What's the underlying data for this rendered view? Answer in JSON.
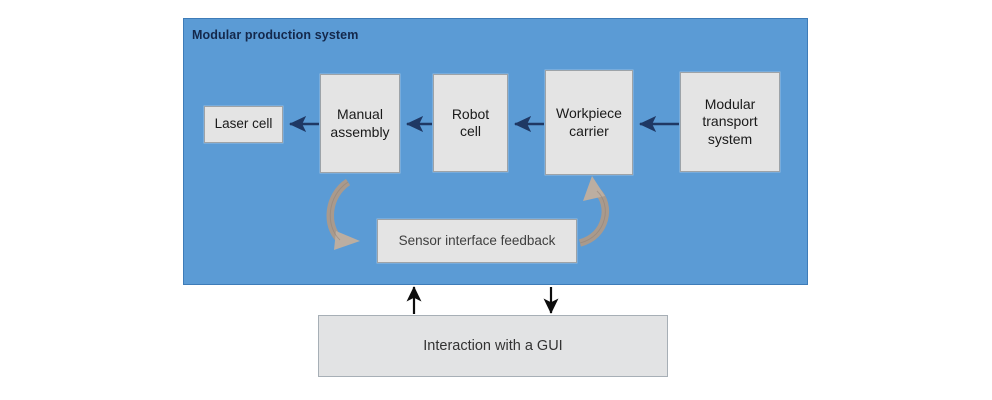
{
  "diagram": {
    "title": "Modular production system",
    "panel_color": "#5B9BD5",
    "box_fill": "#E4E4E4",
    "arrow_color": "#1F3864",
    "feedback_arrow_color": "#A49282",
    "nodes": {
      "laser_cell": "Laser cell",
      "manual_assembly": "Manual\nassembly",
      "manual_assembly_line1": "Manual",
      "manual_assembly_line2": "assembly",
      "robot_cell_line1": "Robot",
      "robot_cell_line2": "cell",
      "workpiece_carrier_line1": "Workpiece",
      "workpiece_carrier_line2": "carrier",
      "modular_transport_line1": "Modular",
      "modular_transport_line2": "transport",
      "modular_transport_line3": "system",
      "sensor_interface_feedback": "Sensor interface feedback",
      "interaction_with_gui": "Interaction with a GUI"
    },
    "flow_arrows": [
      {
        "name": "transport-to-workpiece",
        "from": "Modular transport system",
        "to": "Workpiece carrier",
        "direction": "left"
      },
      {
        "name": "workpiece-to-robot",
        "from": "Workpiece carrier",
        "to": "Robot cell",
        "direction": "left"
      },
      {
        "name": "robot-to-manual",
        "from": "Robot cell",
        "to": "Manual assembly",
        "direction": "left"
      },
      {
        "name": "manual-to-laser",
        "from": "Manual assembly",
        "to": "Laser cell",
        "direction": "left"
      }
    ],
    "feedback_arrows": [
      {
        "name": "manual-to-sensor-curve",
        "from": "Manual assembly",
        "to": "Sensor interface feedback",
        "style": "curved"
      },
      {
        "name": "sensor-to-workpiece-curve",
        "from": "Sensor interface feedback",
        "to": "Workpiece carrier",
        "style": "curved"
      }
    ],
    "gui_arrows": [
      {
        "name": "gui-to-system-arrow",
        "from": "Interaction with a GUI",
        "to": "Modular production system",
        "direction": "up"
      },
      {
        "name": "system-to-gui-arrow",
        "from": "Modular production system",
        "to": "Interaction with a GUI",
        "direction": "down"
      }
    ]
  }
}
